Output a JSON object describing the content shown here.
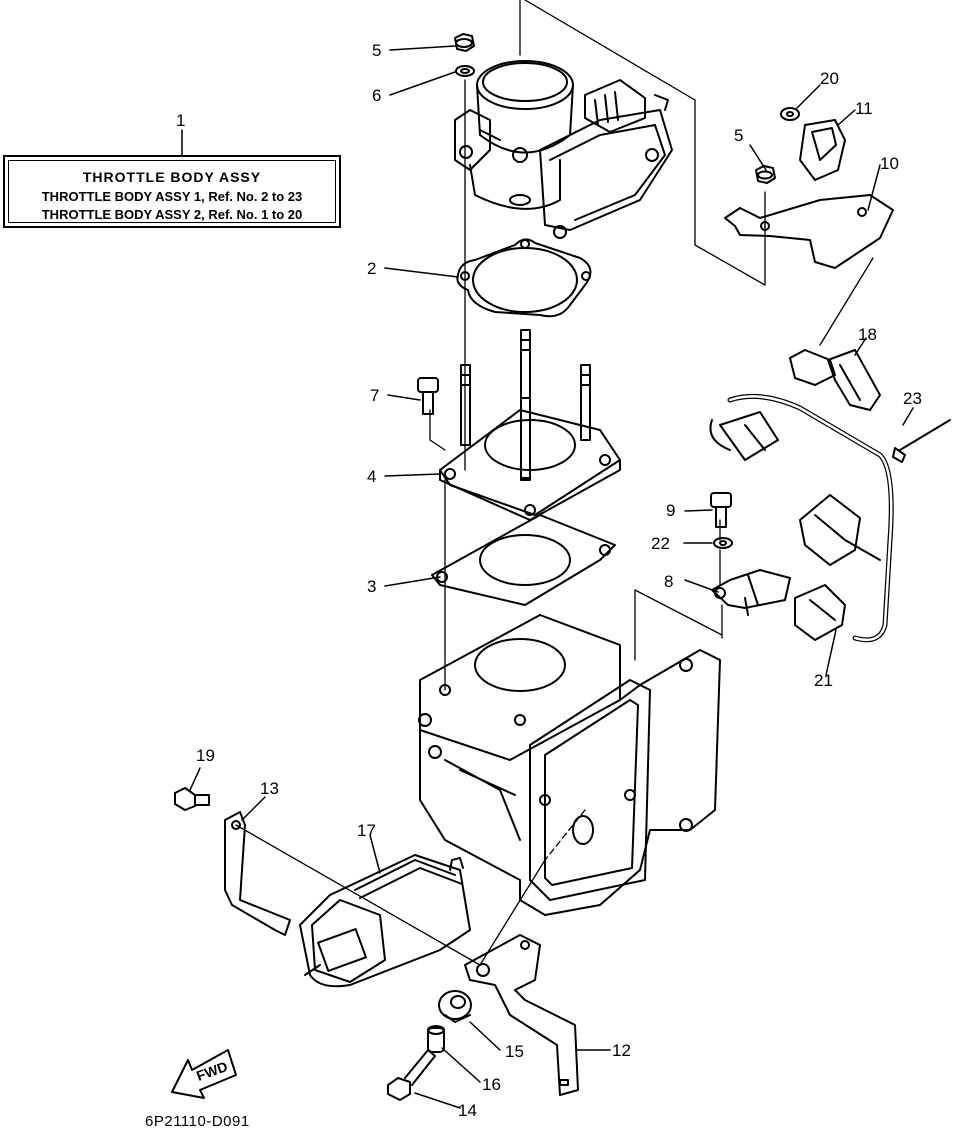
{
  "title_box": {
    "heading": "THROTTLE  BODY ASSY",
    "line1": "THROTTLE BODY ASSY 1,  Ref. No. 2 to 23",
    "line2": "THROTTLE BODY ASSY 2,  Ref. No. 1 to 20"
  },
  "callouts": {
    "c1": "1",
    "c2": "2",
    "c3": "3",
    "c4": "4",
    "c5a": "5",
    "c5b": "5",
    "c6": "6",
    "c7": "7",
    "c8": "8",
    "c9": "9",
    "c10": "10",
    "c11": "11",
    "c12": "12",
    "c13": "13",
    "c14": "14",
    "c15": "15",
    "c16": "16",
    "c17": "17",
    "c18": "18",
    "c19": "19",
    "c20": "20",
    "c21": "21",
    "c22": "22",
    "c23": "23"
  },
  "fwd_label": "FWD",
  "figure_code": "6P21110-D091"
}
